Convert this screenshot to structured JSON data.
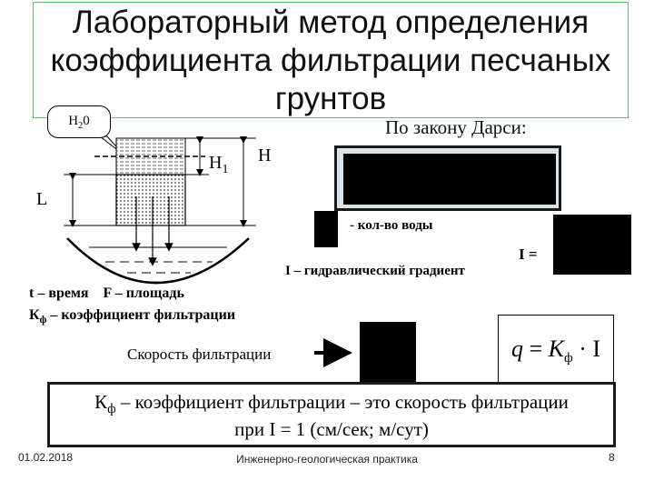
{
  "title": {
    "line1": "Лабораторный метод определения",
    "line2": "коэффициента фильтрации песчаных",
    "line3": "грунтов"
  },
  "diagram": {
    "callout_main": "H",
    "callout_sub": "2",
    "callout_tail": "0",
    "h1_main": "H",
    "h1_sub": "1",
    "h_label": "H",
    "l_label": "L"
  },
  "darcy": {
    "label": "По закону Дарси:",
    "water_amount": "- кол-во воды",
    "i_equals": "I =",
    "gradient": "I – гидравлический градиент"
  },
  "legend": {
    "time_area": "t – время    F – площадь",
    "kf_main": "К",
    "kf_sub": "ф",
    "kf_rest": " – коэффициент фильтрации"
  },
  "speed": {
    "label": "Скорость фильтрации",
    "formula_q": "q",
    "formula_eq": " = ",
    "formula_k": "K",
    "formula_k_sub": "ф",
    "formula_dot": " · I"
  },
  "definition": {
    "kf_main": "К",
    "kf_sub": "ф",
    "line1_rest": " – коэффициент фильтрации – это скорость фильтрации",
    "line2": "при I = 1 (см/сек; м/сут)"
  },
  "footer": {
    "date": "01.02.2018",
    "center": "Инженерно-геологическая практика",
    "page": "8"
  },
  "colors": {
    "title_border": "#5fc45f",
    "formula_bg": "#d9e5ea"
  }
}
